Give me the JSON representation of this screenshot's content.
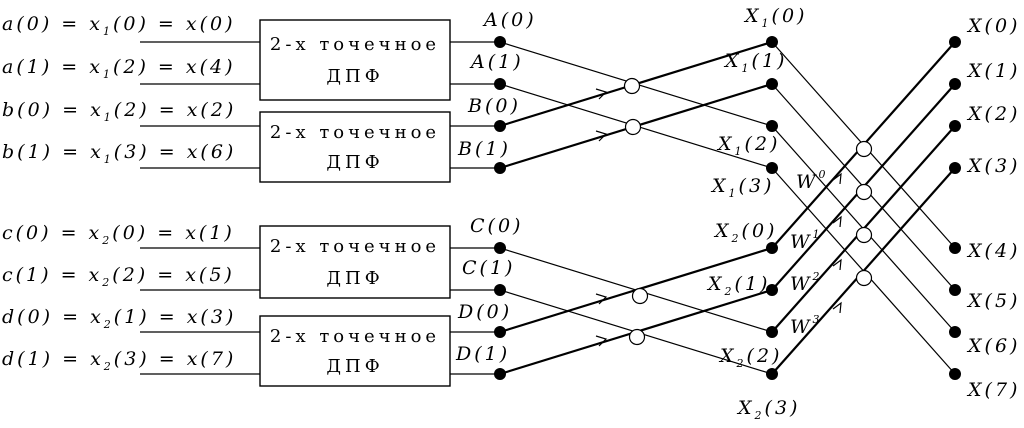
{
  "inputs": [
    {
      "pre": "a(0) = x",
      "sub": "1",
      "post": "(0) = x(0)"
    },
    {
      "pre": "a(1) = x",
      "sub": "1",
      "post": "(2) = x(4)"
    },
    {
      "pre": "b(0) = x",
      "sub": "1",
      "post": "(2) = x(2)"
    },
    {
      "pre": "b(1) = x",
      "sub": "1",
      "post": "(3) = x(6)"
    },
    {
      "pre": "c(0) = x",
      "sub": "2",
      "post": "(0) = x(1)"
    },
    {
      "pre": "c(1) = x",
      "sub": "2",
      "post": "(2) = x(5)"
    },
    {
      "pre": "d(0) = x",
      "sub": "2",
      "post": "(1) = x(3)"
    },
    {
      "pre": "d(1) = x",
      "sub": "2",
      "post": "(3) = x(7)"
    }
  ],
  "dft_block": {
    "line1": "2-х точечное",
    "line2": "ДПФ"
  },
  "stage1_labels": [
    "A(0)",
    "A(1)",
    "B(0)",
    "B(1)",
    "C(0)",
    "C(1)",
    "D(0)",
    "D(1)"
  ],
  "stage2_labels": [
    {
      "pre": "X",
      "sub": "1",
      "post": "(0)"
    },
    {
      "pre": "X",
      "sub": "1",
      "post": "(1)"
    },
    {
      "pre": "X",
      "sub": "1",
      "post": "(2)"
    },
    {
      "pre": "X",
      "sub": "1",
      "post": "(3)"
    },
    {
      "pre": "X",
      "sub": "2",
      "post": "(0)"
    },
    {
      "pre": "X",
      "sub": "2",
      "post": "(1)"
    },
    {
      "pre": "X",
      "sub": "2",
      "post": "(2)"
    },
    {
      "pre": "X",
      "sub": "2",
      "post": "(3)"
    }
  ],
  "twiddles": [
    {
      "pre": "W",
      "sup": "0"
    },
    {
      "pre": "W",
      "sup": "1"
    },
    {
      "pre": "W",
      "sup": "2"
    },
    {
      "pre": "W",
      "sup": "3"
    }
  ],
  "outputs": [
    "X(0)",
    "X(1)",
    "X(2)",
    "X(3)",
    "X(4)",
    "X(5)",
    "X(6)",
    "X(7)"
  ]
}
